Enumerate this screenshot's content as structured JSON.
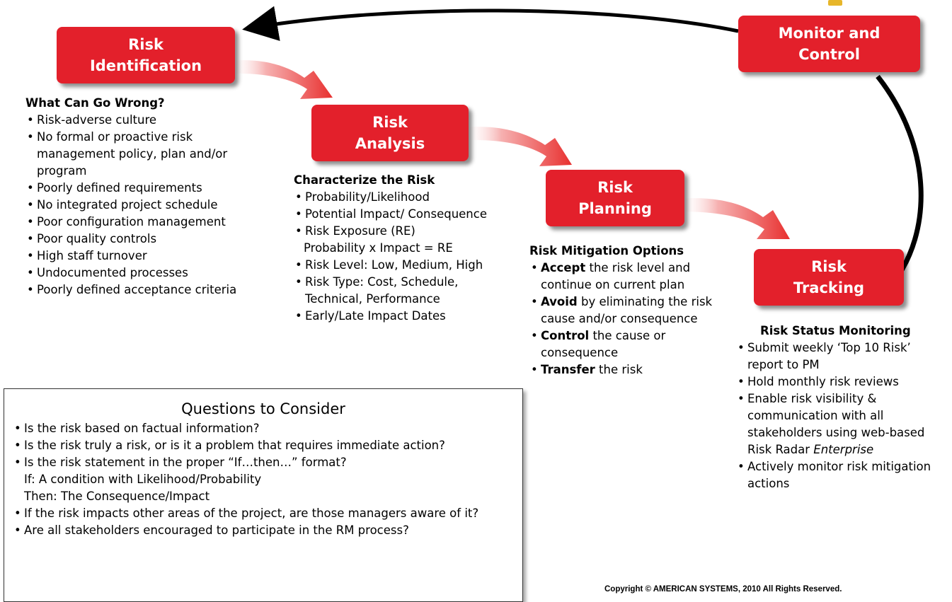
{
  "stages": {
    "identification": {
      "line1": "Risk",
      "line2": "Identification"
    },
    "analysis": {
      "line1": "Risk",
      "line2": "Analysis"
    },
    "planning": {
      "line1": "Risk",
      "line2": "Planning"
    },
    "tracking": {
      "line1": "Risk",
      "line2": "Tracking"
    },
    "monitor": {
      "line1": "Monitor and",
      "line2": "Control"
    }
  },
  "identification_section": {
    "heading": "What Can Go Wrong?",
    "items": [
      "Risk-adverse culture",
      "No formal or proactive risk management policy, plan and/or program",
      "Poorly defined requirements",
      "No integrated project schedule",
      "Poor configuration management",
      "Poor quality controls",
      "High staff turnover",
      "Undocumented processes",
      "Poorly defined acceptance criteria"
    ]
  },
  "analysis_section": {
    "heading": "Characterize the Risk",
    "items": [
      "Probability/Likelihood",
      "Potential Impact/ Consequence",
      "Risk Exposure (RE)",
      "Risk Level: Low, Medium, High",
      "Risk Type: Cost, Schedule, Technical, Performance",
      "Early/Late Impact Dates"
    ],
    "exposure_formula": "Probability x Impact = RE"
  },
  "planning_section": {
    "heading": "Risk Mitigation Options",
    "items": [
      {
        "bold": "Accept",
        "rest": " the risk level and continue on current plan"
      },
      {
        "bold": "Avoid",
        "rest": " by eliminating the risk cause and/or consequence"
      },
      {
        "bold": "Control",
        "rest": " the cause or consequence"
      },
      {
        "bold": "Transfer",
        "rest": " the risk"
      }
    ]
  },
  "tracking_section": {
    "heading": "Risk Status Monitoring",
    "items": [
      "Submit weekly ‘Top 10 Risk’ report to PM",
      "Hold monthly risk reviews",
      "Actively monitor risk mitigation actions"
    ],
    "visibility_item": {
      "text": "Enable risk visibility & communication with all stakeholders using web-based Risk Radar ",
      "italic": "Enterprise"
    }
  },
  "questions": {
    "title": "Questions to Consider",
    "items": [
      "Is the risk based on factual information?",
      "Is the risk truly a risk, or is it a problem that requires immediate action?",
      "Is the risk statement in the proper “If…then…” format?",
      "If the risk impacts other areas of the project, are those managers aware of it?",
      "Are all stakeholders encouraged to participate in the RM process?"
    ],
    "if_line": "If: A condition with Likelihood/Probability",
    "then_line": "Then: The Consequence/Impact"
  },
  "copyright": "Copyright © AMERICAN SYSTEMS, 2010 All Rights Reserved.",
  "colors": {
    "stage_red": "#e3202b",
    "arrow_red": "#e8302f",
    "cycle_arrow": "#000000"
  }
}
